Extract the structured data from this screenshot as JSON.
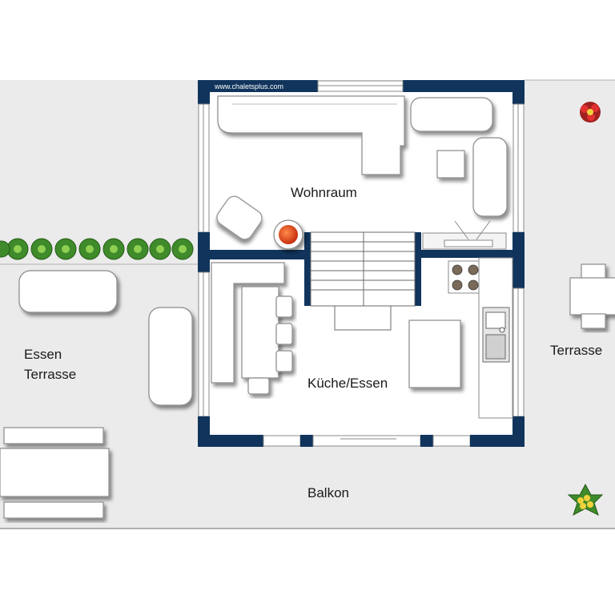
{
  "watermark": "www.chaletsplus.com",
  "rooms": {
    "living": "Wohnraum",
    "kitchen": "Küche/Essen",
    "dining_terrace_line1": "Essen",
    "dining_terrace_line2": "Terrasse",
    "terrace": "Terrasse",
    "balcony": "Balkon"
  },
  "colors": {
    "wall": "#10345c",
    "terrace_floor": "#ebebeb",
    "hedge": "#3f8a2a",
    "lamp": "#d0401a"
  },
  "icons": [
    "flower-plant-icon",
    "hedge-shrub-icon",
    "lamp-icon",
    "stove-icon",
    "sink-icon"
  ]
}
